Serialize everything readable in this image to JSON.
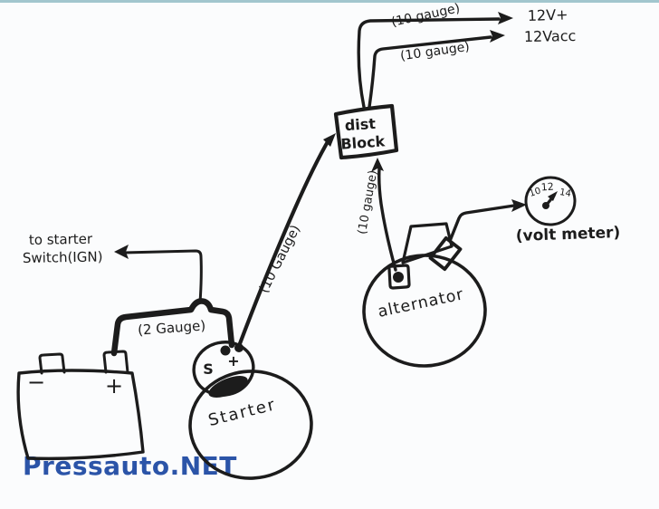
{
  "colors": {
    "ink": "#1c1c1c",
    "watermark_blue": "#2b54a8",
    "top_border": "#a2c6ce",
    "background": "#fbfcfd"
  },
  "watermark": {
    "text": "Pressauto.NET"
  },
  "outputs": {
    "v12_plus": "12V+",
    "v12_acc": "12Vacc"
  },
  "wire_labels": {
    "gauge10_top_first": "(10 gauge)",
    "gauge10_top_second": "(10 gauge)",
    "gauge10_starter_to_dist": "(10 Gauge)",
    "gauge10_alternator_to_dist": "(10 gauge)",
    "gauge2_battery_to_starter": "(2 Gauge)"
  },
  "switch_note": {
    "line1": "to starter",
    "line2": "Switch(IGN)"
  },
  "components": {
    "dist_block": {
      "line1": "dist",
      "line2": "Block"
    },
    "starter": {
      "label": "Starter"
    },
    "solenoid": {
      "terminal_s": "S",
      "terminal_plus": "+"
    },
    "alternator": {
      "label": "alternator"
    },
    "battery": {
      "terminal_minus": "−",
      "terminal_plus": "+"
    },
    "volt_meter": {
      "label": "(volt meter)",
      "scale_low": "10",
      "scale_mid": "12",
      "scale_high": "14"
    }
  }
}
